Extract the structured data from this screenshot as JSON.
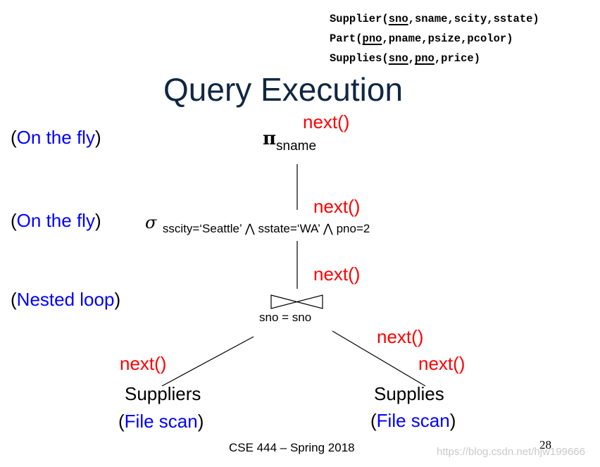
{
  "schema": {
    "supplier": {
      "name": "Supplier",
      "key_fields": [
        "sno"
      ],
      "fields": [
        "sname",
        "scity",
        "sstate"
      ]
    },
    "part": {
      "name": "Part",
      "key_fields": [
        "pno"
      ],
      "fields": [
        "pname",
        "psize",
        "pcolor"
      ]
    },
    "supplies": {
      "name": "Supplies",
      "key_fields": [
        "sno",
        "pno"
      ],
      "fields": [
        "price"
      ]
    }
  },
  "title": "Query Execution",
  "annotations": {
    "a1": {
      "open": "(",
      "text": "On the fly",
      "close": ")"
    },
    "a2": {
      "open": "(",
      "text": "On the fly",
      "close": ")"
    },
    "a3": {
      "open": "(",
      "text": "Nested loop",
      "close": ")"
    },
    "a4": {
      "open": "(",
      "text": "File scan",
      "close": ")"
    },
    "a5": {
      "open": "(",
      "text": "File scan",
      "close": ")"
    }
  },
  "operators": {
    "projection": {
      "symbol": "π",
      "subscript": "sname"
    },
    "selection": {
      "symbol": "σ",
      "predicate": "sscity=‘Seattle’ ⋀ sstate=‘WA’ ⋀ pno=2"
    },
    "join": {
      "condition": "sno = sno"
    },
    "left_leaf": "Suppliers",
    "right_leaf": "Supplies"
  },
  "next_calls": [
    "next()",
    "next()",
    "next()",
    "next()",
    "next()",
    "next()"
  ],
  "footer": {
    "course": "CSE 444 – Spring 2018",
    "page": "28"
  },
  "watermark": "https://blog.csdn.net/hjw199666",
  "colors": {
    "title": "#0f2742",
    "next": "#ff0000",
    "annotation": "#0000ff"
  }
}
